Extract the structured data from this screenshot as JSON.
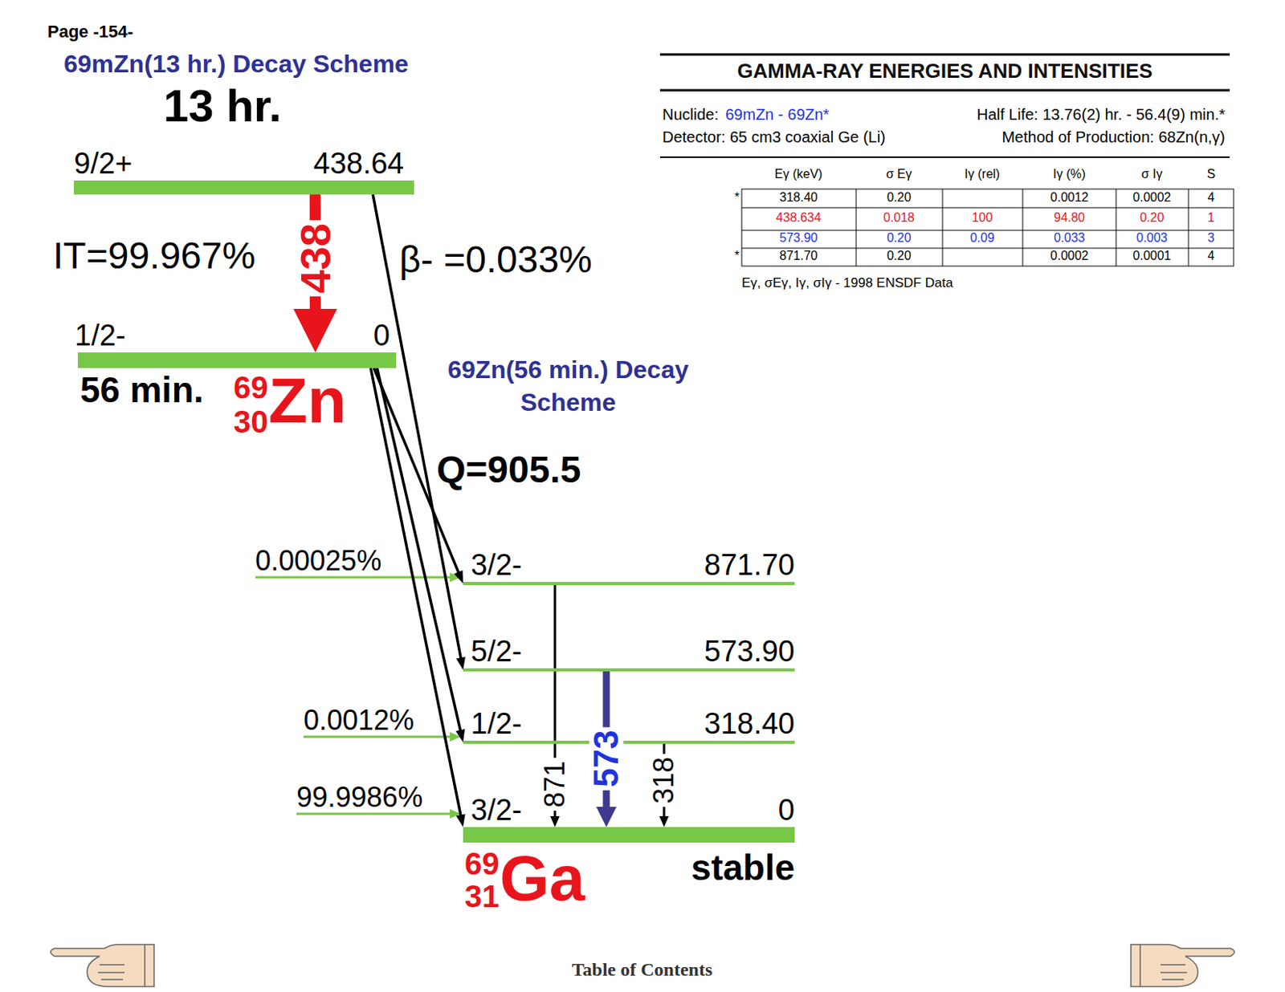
{
  "diagram": {
    "title": "69mZn(13 hr.) Decay Scheme",
    "nodes": [
      {
        "text": [
          "9/2+",
          "438.64"
        ]
      },
      {
        "text": [
          "1/2-",
          "0"
        ]
      },
      {
        "text": [
          "3/2-",
          "871.70"
        ]
      },
      {
        "text": [
          "5/2-",
          "573.90"
        ]
      },
      {
        "text": [
          "1/2-",
          "318.40"
        ]
      },
      {
        "text": [
          "3/2-",
          "0"
        ]
      }
    ],
    "edges": [
      {
        "from": 0,
        "to": 1,
        "arrow": "to",
        "label": "438"
      },
      {
        "from": 0,
        "to": 3,
        "arrow": "to"
      },
      {
        "from": 1,
        "to": 2,
        "arrow": "to"
      },
      {
        "from": 1,
        "to": 4,
        "arrow": "to"
      },
      {
        "from": 1,
        "to": 5,
        "arrow": "to"
      },
      {
        "from": 2,
        "to": 5,
        "arrow": "to",
        "label": "871"
      },
      {
        "from": 3,
        "to": 5,
        "arrow": "to",
        "label": "573"
      },
      {
        "from": 4,
        "to": 5,
        "arrow": "to",
        "label": "318"
      }
    ],
    "labels": [
      "Page -154-",
      "13 hr.",
      "IT=99.967%",
      "β- =0.033%",
      "56 min.",
      "69",
      "30",
      "Zn",
      "69Zn(56 min.) Decay Scheme",
      "Q=905.5",
      "0.00025%",
      "0.0012%",
      "99.9986%",
      "69",
      "31",
      "Ga",
      "stable",
      "Table of Contents",
      "GAMMA-RAY ENERGIES AND INTENSITIES",
      "Nuclide:",
      "69mZn - 69Zn*",
      "Half Life: 13.76(2) hr. - 56.4(9) min.*",
      "Detector: 65 cm3 coaxial Ge (Li)",
      "Method of Production: 68Zn(n,γ)",
      "Eγ (keV)",
      "σ Eγ",
      "Iγ (rel)",
      "Iγ (%)",
      "σ Iγ",
      "S",
      "*",
      "318.40",
      "0.20",
      "0.0012",
      "0.0002",
      "4",
      "438.634",
      "0.018",
      "100",
      "94.80",
      "0.20",
      "1",
      "573.90",
      "0.20",
      "0.09",
      "0.033",
      "0.003",
      "3",
      "*",
      "871.70",
      "0.20",
      "0.0002",
      "0.0001",
      "4",
      "Eγ, σEγ, Iγ, σIγ - 1998 ENSDF Data"
    ]
  }
}
